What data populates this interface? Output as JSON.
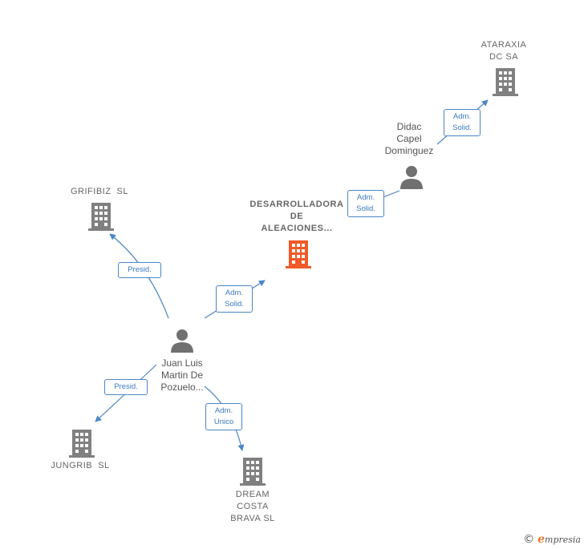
{
  "nodes": {
    "ataraxia": "ATARAXIA\nDC SA",
    "didac": "Didac\nCapel\nDominguez",
    "grifibiz": "GRIFIBIZ  SL",
    "desarrolladora": "DESARROLLADORA\nDE\nALEACIONES...",
    "juan": "Juan Luis\nMartin De\nPozuelo...",
    "jungrib": "JUNGRIB  SL",
    "dream": "DREAM\nCOSTA\nBRAVA SL"
  },
  "edges": {
    "didac_ataraxia": "Adm.\nSolid.",
    "didac_desarrolladora": "Adm.\nSolid.",
    "juan_desarrolladora": "Adm.\nSolid.",
    "juan_grifibiz": "Presid.",
    "juan_jungrib": "Presid.",
    "juan_dream": "Adm.\nUnico"
  },
  "colors": {
    "edge": "#4a86c8",
    "company_icon": "#808080",
    "main_company_icon": "#f05a28",
    "person_icon": "#707070"
  },
  "footer": {
    "copyright": "©",
    "brand_e": "e",
    "brand_rest": "mpresia"
  }
}
